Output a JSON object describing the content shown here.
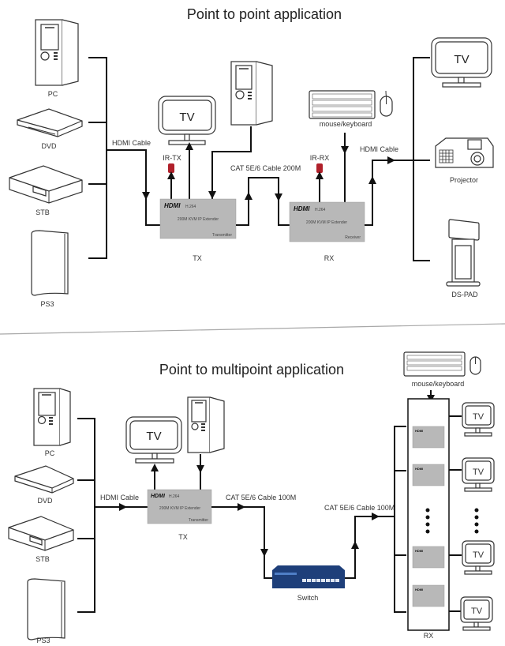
{
  "diagram": {
    "top": {
      "title": "Point to point application",
      "sources": [
        "PC",
        "DVD",
        "STB",
        "PS3"
      ],
      "input_cable": "HDMI Cable",
      "tx": {
        "label": "TX",
        "brand": "HDMI",
        "model": "H.264",
        "name": "200M KVM IP Extender",
        "role": "Transmitter",
        "ir": "IR-TX",
        "local_tv": "TV"
      },
      "link_cable": "CAT 5E/6 Cable 200M",
      "rx": {
        "label": "RX",
        "brand": "HDMI",
        "model": "H.264",
        "name": "200M KVM IP Extender",
        "role": "Receiver",
        "ir": "IR-RX",
        "peripheral": "mouse/keyboard"
      },
      "output_cable": "HDMI Cable",
      "outputs": [
        "TV",
        "Projector",
        "DS-PAD"
      ]
    },
    "bottom": {
      "title": "Point to multipoint  application",
      "sources": [
        "PC",
        "DVD",
        "STB",
        "PS3"
      ],
      "input_cable": "HDMI Cable",
      "tx": {
        "label": "TX",
        "brand": "HDMI",
        "model": "H.264",
        "name": "200M KVM IP Extender",
        "role": "Transmitter",
        "local_tv": "TV"
      },
      "link_cable_in": "CAT 5E/6 Cable 100M",
      "switch": "Switch",
      "link_cable_out": "CAT 5E/6 Cable 100M",
      "rx_group": {
        "label": "RX",
        "peripheral": "mouse/keyboard",
        "unit_brand": "HDMI",
        "displays": [
          "TV",
          "TV",
          "TV",
          "TV"
        ]
      }
    },
    "colors": {
      "extender_box": "#b8b8b8",
      "ir_sensor": "#b0202a",
      "switch_body": "#1e3f7a",
      "wire": "#111111",
      "divider": "#a8a8a8"
    }
  }
}
